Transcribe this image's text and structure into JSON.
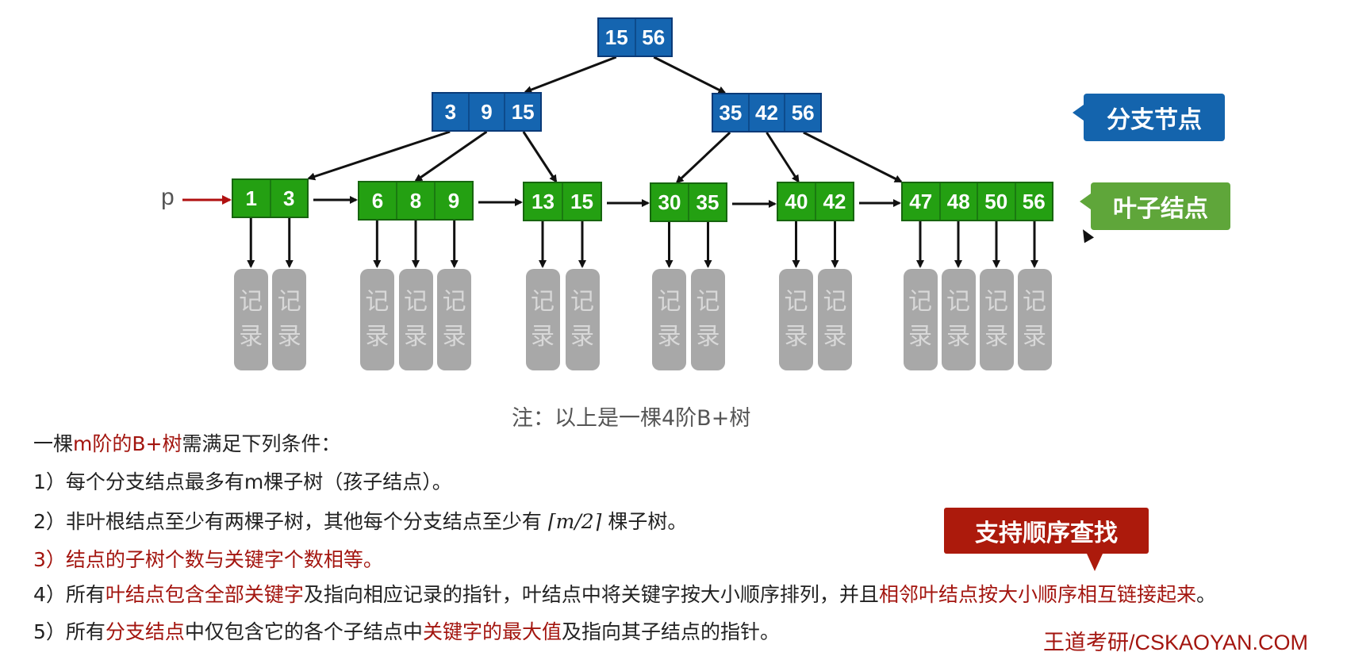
{
  "diagram": {
    "root": {
      "keys": [
        "15",
        "56"
      ]
    },
    "branches": [
      {
        "keys": [
          "3",
          "9",
          "15"
        ]
      },
      {
        "keys": [
          "35",
          "42",
          "56"
        ]
      }
    ],
    "leaves": [
      {
        "keys": [
          "1",
          "3"
        ]
      },
      {
        "keys": [
          "6",
          "8",
          "9"
        ]
      },
      {
        "keys": [
          "13",
          "15"
        ]
      },
      {
        "keys": [
          "30",
          "35"
        ]
      },
      {
        "keys": [
          "40",
          "42"
        ]
      },
      {
        "keys": [
          "47",
          "48",
          "50",
          "56"
        ]
      }
    ],
    "record_label_top": "记",
    "record_label_bottom": "录",
    "pointer_label": "p",
    "branch_callout": "分支节点",
    "leaf_callout": "叶子结点",
    "colors": {
      "branch": "#1565b0",
      "leaf": "#24a012",
      "record": "#a8a8a8",
      "pointer_arrow": "#b01010",
      "highlight": "#a3150f"
    }
  },
  "note": "注：以上是一棵4阶B+树",
  "conditions": {
    "intro": {
      "pre": "一棵",
      "hl": "m阶的B+树",
      "post": "需满足下列条件："
    },
    "c1": "1）每个分支结点最多有m棵子树（孩子结点）。",
    "c2": {
      "pre": "2）非叶根结点至少有两棵子树，其他每个分支结点至少有 ",
      "math": "⌈m/2⌉",
      "post": " 棵子树。"
    },
    "c3": "3）结点的子树个数与关键字个数相等。",
    "c4": {
      "pre": "4）所有",
      "hl1": "叶结点包含全部关键字",
      "mid": "及指向相应记录的指针，叶结点中将关键字按大小顺序排列，并且",
      "hl2": "相邻叶结点按大小顺序相互链接起来",
      "post": "。"
    },
    "c5": {
      "pre": "5）所有",
      "hl1": "分支结点",
      "mid": "中仅包含它的各个子结点中",
      "hl2": "关键字的最大值",
      "post": "及指向其子结点的指针。"
    }
  },
  "sequential_callout": "支持顺序查找",
  "watermark": "王道考研/CSKAOYAN.COM"
}
